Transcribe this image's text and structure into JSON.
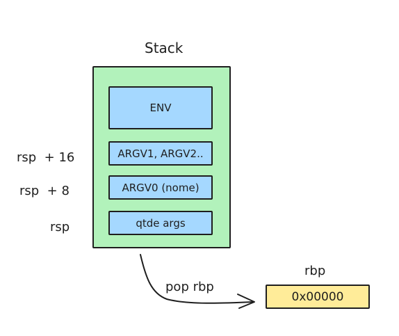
{
  "stack": {
    "title": "Stack",
    "cells": [
      "ENV",
      "ARGV1, ARGV2..",
      "ARGV0 (nome)",
      "qtde args"
    ]
  },
  "pointers": {
    "rsp_plus_16": "rsp  + 16",
    "rsp_plus_8": "rsp  + 8",
    "rsp": "rsp"
  },
  "register": {
    "title": "rbp",
    "value": "0x00000"
  },
  "arrow": {
    "label": "pop rbp"
  },
  "colors": {
    "stack_fill": "#b2f2bb",
    "cell_fill": "#a5d8ff",
    "register_fill": "#ffec99",
    "stroke": "#1e1e1e"
  }
}
